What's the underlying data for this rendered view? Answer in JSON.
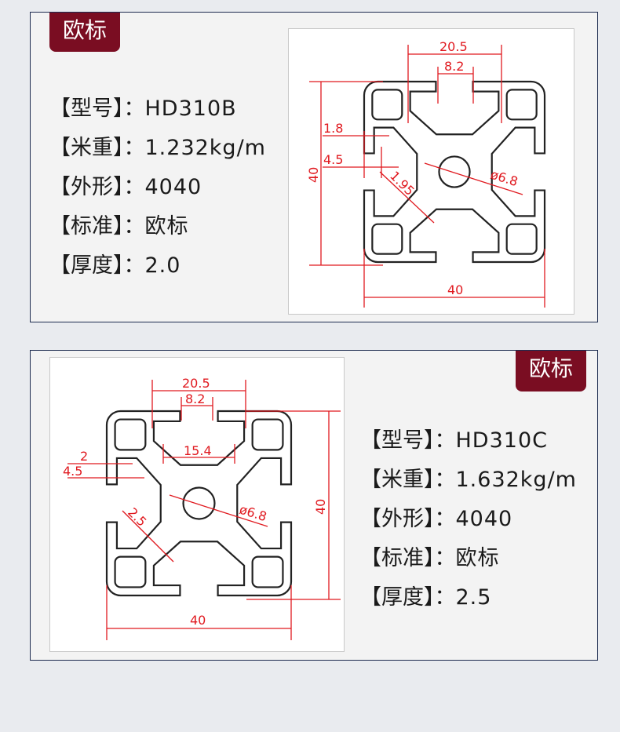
{
  "products": [
    {
      "badge": "欧标",
      "specs": [
        {
          "label": "【型号】：",
          "value": "HD310B"
        },
        {
          "label": "【米重】：",
          "value": "1.232kg/m"
        },
        {
          "label": "【外形】：",
          "value": "4040"
        },
        {
          "label": "【标准】：",
          "value": "欧标"
        },
        {
          "label": "【厚度】：",
          "value": "2.0"
        }
      ],
      "dims": {
        "d1": "20.5",
        "d2": "8.2",
        "d3": "40",
        "d4": "1.8",
        "d5": "4.5",
        "d6": "1.95",
        "d7": "ø6.8",
        "d8": "40"
      }
    },
    {
      "badge": "欧标",
      "specs": [
        {
          "label": "【型号】：",
          "value": "HD310C"
        },
        {
          "label": "【米重】：",
          "value": "1.632kg/m"
        },
        {
          "label": "【外形】：",
          "value": "4040"
        },
        {
          "label": "【标准】：",
          "value": "欧标"
        },
        {
          "label": "【厚度】：",
          "value": "2.5"
        }
      ],
      "dims": {
        "d1": "20.5",
        "d2": "8.2",
        "d3": "15.4",
        "d4": "2",
        "d5": "4.5",
        "d6": "2.5",
        "d7": "ø6.8",
        "d8": "40",
        "d9": "40"
      }
    }
  ],
  "colors": {
    "badge": "#7a0d22",
    "dimension": "#e0191f",
    "border": "#1d2b4f"
  }
}
